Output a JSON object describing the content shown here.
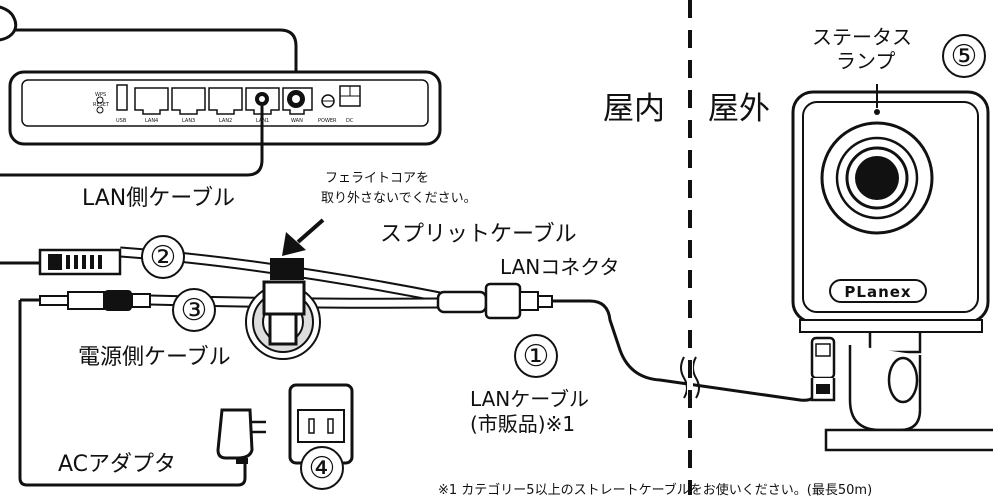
{
  "labels": {
    "lan_side_cable": "LAN側ケーブル",
    "ferrite_note_line1": "フェライトコアを",
    "ferrite_note_line2": "取り外さないでください。",
    "split_cable": "スプリットケーブル",
    "lan_connector": "LANコネクタ",
    "power_side_cable": "電源側ケーブル",
    "lan_cable_line1": "LANケーブル",
    "lan_cable_line2": "(市販品)※1",
    "ac_adapter": "ACアダプタ",
    "indoor": "屋内",
    "outdoor": "屋外",
    "status_lamp_line1": "ステータス",
    "status_lamp_line2": "ランプ",
    "footnote": "※1 カテゴリー5以上のストレートケーブルをお使いください。(最長50m)"
  },
  "numbers": {
    "n1": "①",
    "n2": "②",
    "n3": "③",
    "n4": "④",
    "n5": "⑤"
  },
  "router": {
    "ports": [
      "WPS",
      "RESET",
      "USB",
      "LAN4",
      "LAN3",
      "LAN2",
      "LAN1",
      "WAN",
      "POWER",
      "DC"
    ]
  },
  "camera": {
    "brand": "PLanex"
  }
}
